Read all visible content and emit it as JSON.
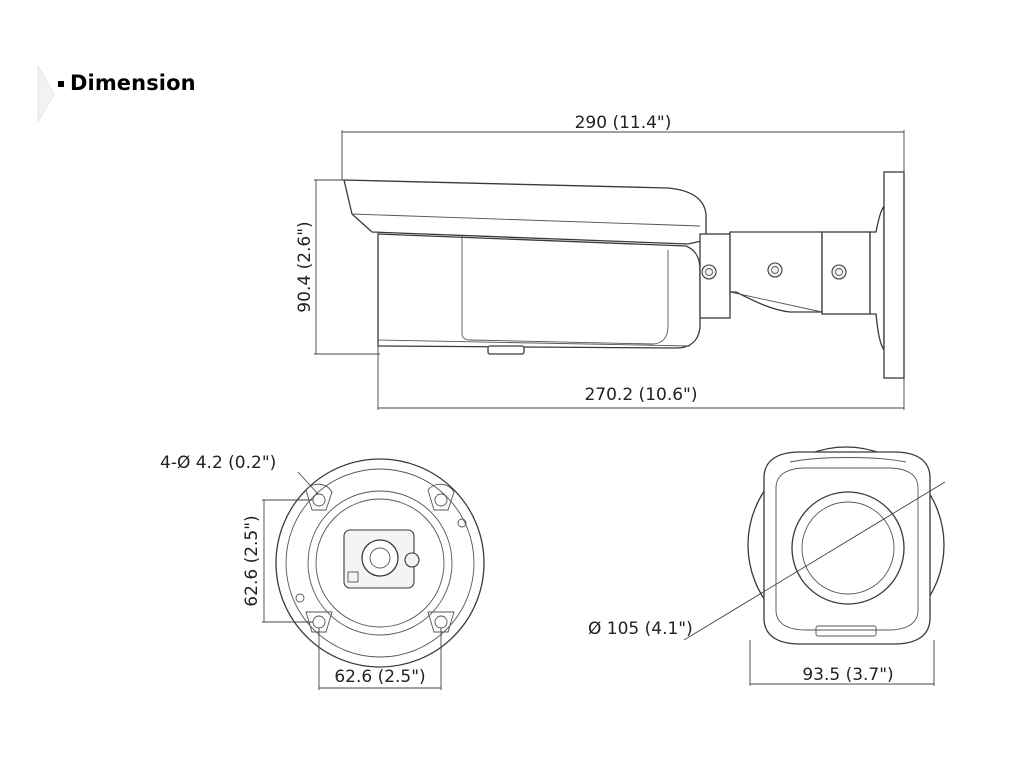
{
  "heading": {
    "title": "Dimension"
  },
  "dimensions": {
    "overall_length": "290 (11.4\")",
    "height": "90.4 (2.6\")",
    "body_length": "270.2 (10.6\")",
    "hole_diameter": "4-Ø 4.2 (0.2\")",
    "hole_spacing_vertical": "62.6 (2.5\")",
    "hole_spacing_horizontal": "62.6 (2.5\")",
    "front_diameter": "Ø 105 (4.1\")",
    "front_width": "93.5 (3.7\")"
  },
  "colors": {
    "line": "#3a3a3a",
    "text": "#222222",
    "background": "#ffffff"
  }
}
